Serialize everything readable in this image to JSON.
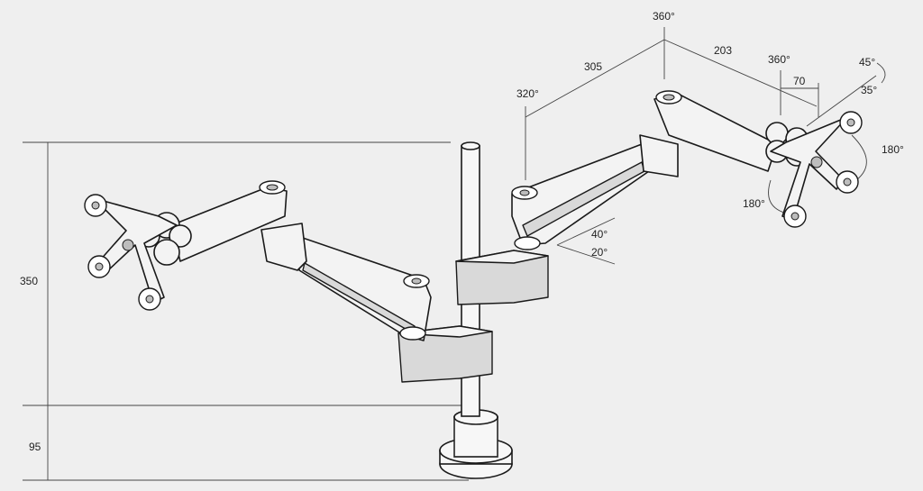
{
  "dimensions": {
    "height_upper": "350",
    "height_base": "95",
    "arm_length_1": "305",
    "arm_length_2": "203",
    "offset": "70"
  },
  "angles": {
    "pole_rotation": "360°",
    "left_joint": "320°",
    "head_rotation": "360°",
    "tilt_up": "45°",
    "tilt_down": "35°",
    "head_spin_right": "180°",
    "head_spin_left": "180°",
    "arm_up": "40°",
    "arm_down": "20°"
  }
}
